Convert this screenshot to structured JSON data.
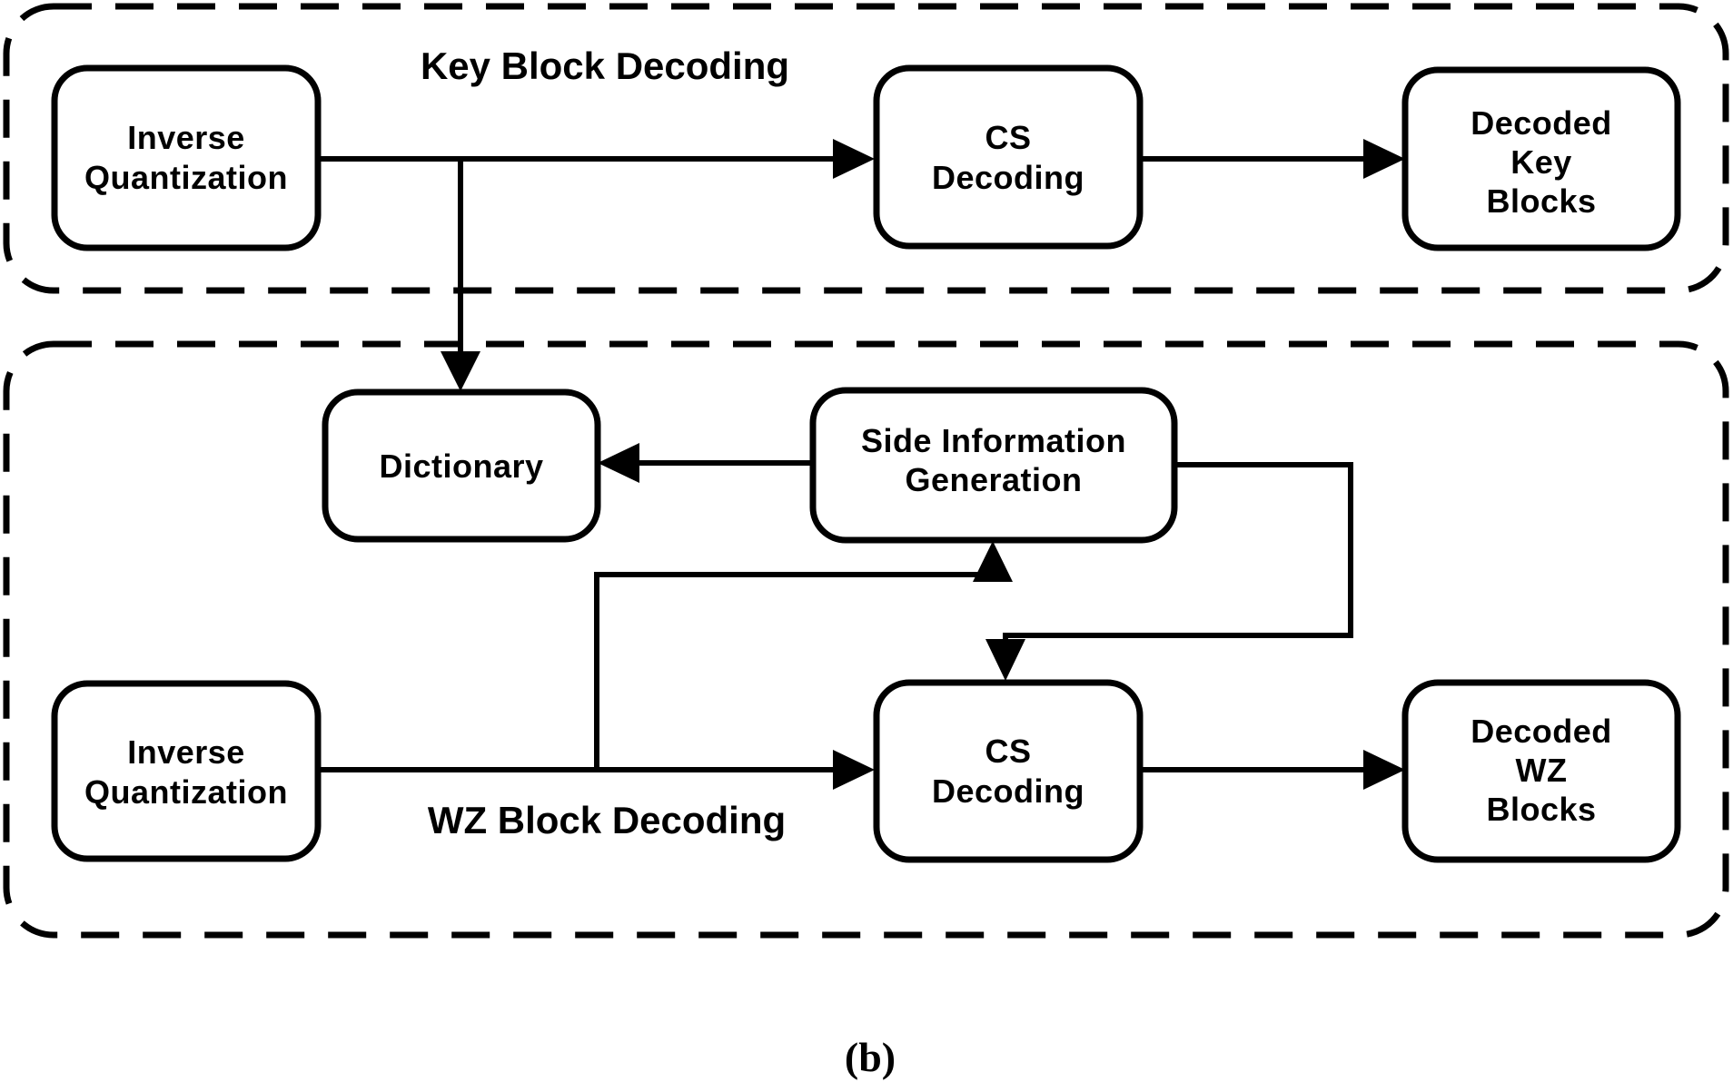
{
  "colors": {
    "ink": "#000000",
    "background": "#ffffff"
  },
  "sections": {
    "key": {
      "title": "Key Block Decoding"
    },
    "wz": {
      "title": "WZ Block Decoding"
    }
  },
  "boxes": {
    "iq_key": {
      "line1": "Inverse",
      "line2": "Quantization"
    },
    "cs_key": {
      "line1": "CS",
      "line2": "Decoding"
    },
    "decoded_key": {
      "line1": "Decoded",
      "line2": "Key",
      "line3": "Blocks"
    },
    "dictionary": {
      "line1": "Dictionary"
    },
    "side_info": {
      "line1": "Side Information",
      "line2": "Generation"
    },
    "iq_wz": {
      "line1": "Inverse",
      "line2": "Quantization"
    },
    "cs_wz": {
      "line1": "CS",
      "line2": "Decoding"
    },
    "decoded_wz": {
      "line1": "Decoded",
      "line2": "WZ",
      "line3": "Blocks"
    }
  },
  "caption": "(b)"
}
